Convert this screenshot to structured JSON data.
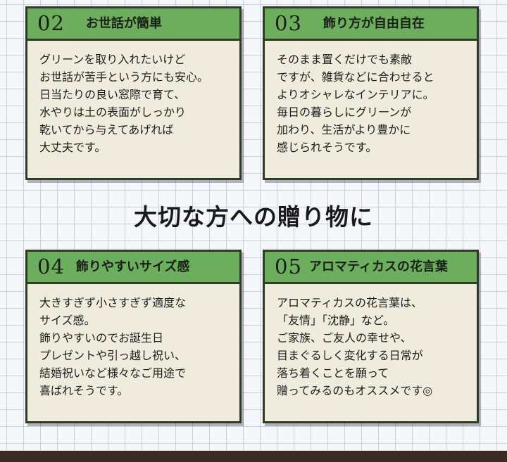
{
  "cards": [
    {
      "number": "02",
      "title": "お世話が簡単",
      "lines": [
        "グリーンを取り入れたいけど",
        "お世話が苦手という方にも安心。",
        "日当たりの良い窓際で育て、",
        "水やりは土の表面がしっかり",
        "乾いてから与えてあげれば",
        "大丈夫です。"
      ]
    },
    {
      "number": "03",
      "title": "飾り方が自由自在",
      "lines": [
        "そのまま置くだけでも素敵",
        "ですが、雑貨などに合わせると",
        "よりオシャレなインテリアに。",
        "毎日の暮らしにグリーンが",
        "加わり、生活がより豊かに",
        "感じられそうです。"
      ]
    },
    {
      "number": "04",
      "title": "飾りやすいサイズ感",
      "lines": [
        "大きすぎず小さすぎず適度な",
        "サイズ感。",
        "飾りやすいのでお誕生日",
        "プレゼントや引っ越し祝い、",
        "結婚祝いなど様々なご用途で",
        "喜ばれそうです。"
      ]
    },
    {
      "number": "05",
      "title": "アロマティカスの花言葉",
      "lines": [
        "アロマティカスの花言葉は、",
        "「友情」「沈静」など。",
        "ご家族、ご友人の幸せや、",
        "目まぐるしく変化する日常が",
        "落ち着くことを願って",
        "贈ってみるのもオススメです◎"
      ]
    }
  ],
  "heading": "大切な方への贈り物に",
  "colors": {
    "header_green": "#6cad5e",
    "card_bg": "#efebdd",
    "border": "#2f3a27",
    "footer": "#3a2c22"
  }
}
